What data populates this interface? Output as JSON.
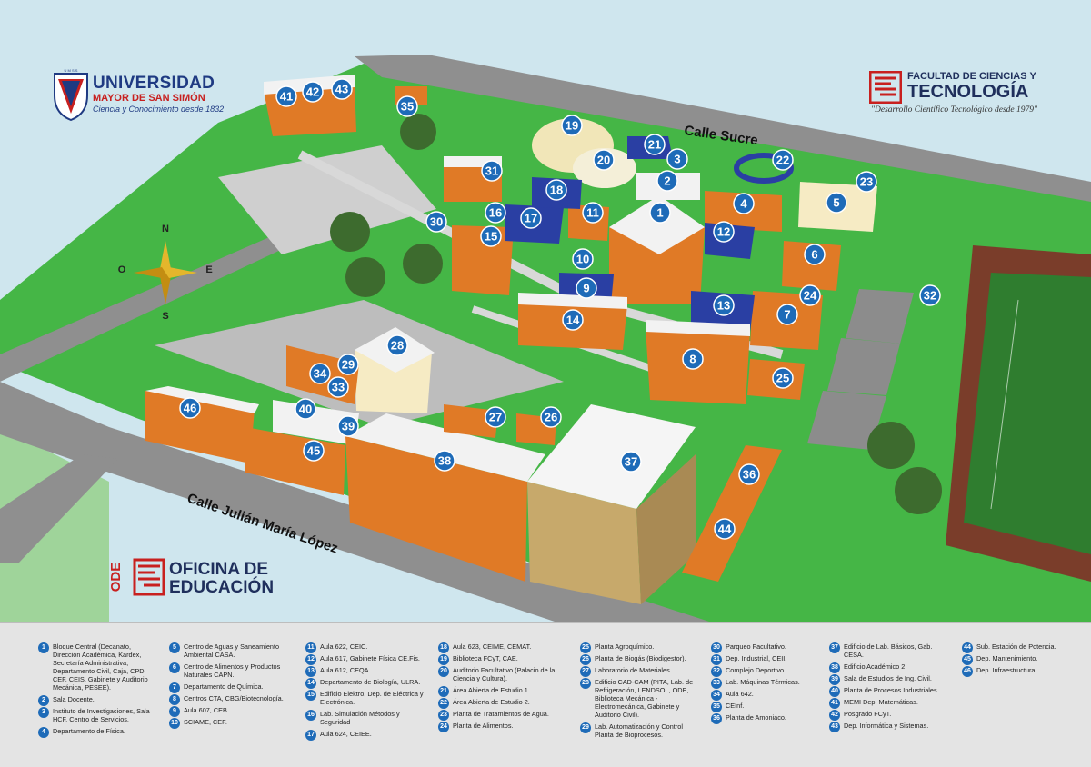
{
  "logos": {
    "umss": {
      "line1": "UNIVERSIDAD",
      "line2": "MAYOR DE SAN SIMÓN",
      "line3": "Ciencia y Conocimiento desde 1832",
      "seal_text": "U M S S"
    },
    "fcyt": {
      "line1": "FACULTAD DE CIENCIAS Y",
      "line2": "TECNOLOGÍA",
      "line3": "\"Desarrollo Científico Tecnológico desde 1979\""
    },
    "ode": {
      "line1": "OFICINA DE",
      "line2": "EDUCACIÓN",
      "mark_text": "ODE"
    }
  },
  "streets": {
    "sucre": "Calle Sucre",
    "lopez": "Calle Julián María López"
  },
  "compass": {
    "n": "N",
    "s": "S",
    "e": "E",
    "o": "O"
  },
  "colors": {
    "sky": "#cfe6ee",
    "grass": "#45b646",
    "grass_dark": "#2f8f36",
    "road": "#9e9e9e",
    "sidewalk": "#dadada",
    "brick": "#e07a26",
    "roof": "#f2f2f2",
    "blue_roof": "#2a3fa3",
    "marker": "#1e6bb8",
    "field": "#2f7d2f",
    "track": "#7a3d2a"
  },
  "markers": [
    "1",
    "2",
    "3",
    "4",
    "5",
    "6",
    "7",
    "8",
    "9",
    "10",
    "11",
    "12",
    "13",
    "14",
    "15",
    "16",
    "17",
    "18",
    "19",
    "20",
    "21",
    "22",
    "23",
    "24",
    "25",
    "26",
    "27",
    "28",
    "29",
    "30",
    "31",
    "32",
    "33",
    "34",
    "35",
    "36",
    "37",
    "38",
    "39",
    "40",
    "41",
    "42",
    "43",
    "44",
    "45",
    "46"
  ],
  "legend": {
    "columns": [
      [
        {
          "n": "1",
          "t": "Bloque Central (Decanato, Dirección Académica, Kardex, Secretaría Administrativa, Departamento Civil, Caja, CPD, CEF, CEIS, Gabinete y Auditorio Mecánica, PESEE)."
        },
        {
          "n": "2",
          "t": "Sala Docente."
        },
        {
          "n": "3",
          "t": "Instituto de Investigaciones, Sala HCF, Centro de Servicios."
        },
        {
          "n": "4",
          "t": "Departamento de Física."
        }
      ],
      [
        {
          "n": "5",
          "t": "Centro de Aguas y Saneamiento Ambiental CASA."
        },
        {
          "n": "6",
          "t": "Centro de Alimentos y Productos Naturales CAPN."
        },
        {
          "n": "7",
          "t": "Departamento de Química."
        },
        {
          "n": "8",
          "t": "Centros CTA, CBG/Biotecnología."
        },
        {
          "n": "9",
          "t": "Aula 607, CEB."
        },
        {
          "n": "10",
          "t": "SCIAME, CEF."
        }
      ],
      [
        {
          "n": "11",
          "t": "Aula 622, CEIC."
        },
        {
          "n": "12",
          "t": "Aula 617, Gabinete Física CE.Fis."
        },
        {
          "n": "13",
          "t": "Aula 612, CEQA."
        },
        {
          "n": "14",
          "t": "Departamento de Biología, ULRA."
        },
        {
          "n": "15",
          "t": "Edificio Elektro, Dep. de Eléctrica y Electrónica."
        },
        {
          "n": "16",
          "t": "Lab. Simulación Métodos y Seguridad"
        },
        {
          "n": "17",
          "t": "Aula 624, CEIEE."
        }
      ],
      [
        {
          "n": "18",
          "t": "Aula 623, CEIME, CEMAT."
        },
        {
          "n": "19",
          "t": "Biblioteca FCyT, CAE."
        },
        {
          "n": "20",
          "t": "Auditorio Facultativo (Palacio de la Ciencia y Cultura)."
        },
        {
          "n": "21",
          "t": "Área Abierta de Estudio 1."
        },
        {
          "n": "22",
          "t": "Área Abierta de Estudio 2."
        },
        {
          "n": "23",
          "t": "Planta de Tratamientos de Agua."
        },
        {
          "n": "24",
          "t": "Planta de Alimentos."
        }
      ],
      [
        {
          "n": "25",
          "t": "Planta Agroquímico."
        },
        {
          "n": "26",
          "t": "Planta de Biogás (Biodigestor)."
        },
        {
          "n": "27",
          "t": "Laboratorio de Materiales."
        },
        {
          "n": "28",
          "t": "Edificio CAD-CAM (PITA, Lab. de Refrigeración, LENDSOL, ODE, Biblioteca Mecánica - Electromecánica, Gabinete y Auditorio Civil)."
        },
        {
          "n": "29",
          "t": "Lab. Automatización y Control Planta de Bioprocesos."
        }
      ],
      [
        {
          "n": "30",
          "t": "Parqueo Facultativo."
        },
        {
          "n": "31",
          "t": "Dep. Industrial, CEII."
        },
        {
          "n": "32",
          "t": "Complejo Deportivo."
        },
        {
          "n": "33",
          "t": "Lab. Máquinas Térmicas."
        },
        {
          "n": "34",
          "t": "Aula 642."
        },
        {
          "n": "35",
          "t": "CEInf."
        },
        {
          "n": "36",
          "t": "Planta de Amoniaco."
        }
      ],
      [
        {
          "n": "37",
          "t": "Edificio de Lab. Básicos, Gab. CESA."
        },
        {
          "n": "38",
          "t": "Edificio Académico 2."
        },
        {
          "n": "39",
          "t": "Sala de Estudios de Ing. Civil."
        },
        {
          "n": "40",
          "t": "Planta de Procesos Industriales."
        },
        {
          "n": "41",
          "t": "MEMI Dep. Matemáticas."
        },
        {
          "n": "42",
          "t": "Posgrado FCyT."
        },
        {
          "n": "43",
          "t": "Dep. Informática y Sistemas."
        }
      ],
      [
        {
          "n": "44",
          "t": "Sub. Estación de Potencia."
        },
        {
          "n": "45",
          "t": "Dep. Mantenimiento."
        },
        {
          "n": "46",
          "t": "Dep. Infraestructura."
        }
      ]
    ]
  }
}
